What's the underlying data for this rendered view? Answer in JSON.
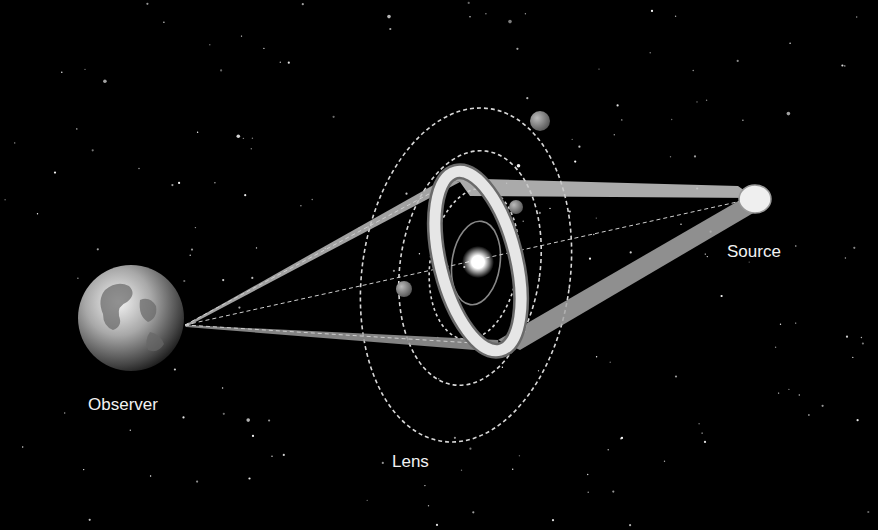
{
  "diagram": {
    "labels": [
      "Observer",
      "Lens",
      "Source"
    ]
  }
}
